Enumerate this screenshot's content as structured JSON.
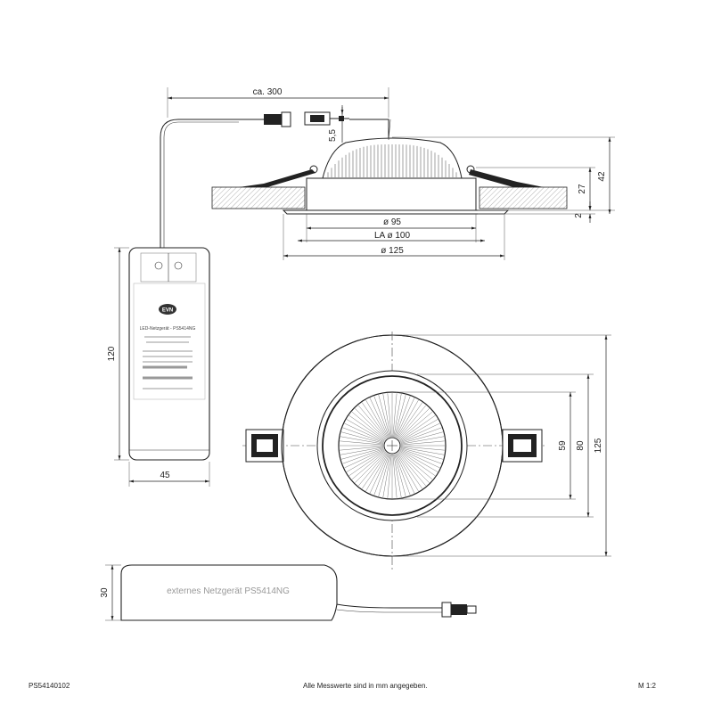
{
  "dimensions": {
    "cable_length": "ca. 300",
    "gap": "5,5",
    "height_total": "42",
    "height_recess": "27",
    "flange": "2",
    "d95": "ø 95",
    "la100": "LA ø 100",
    "d125": "ø 125",
    "psu_length": "120",
    "psu_width": "45",
    "front_59": "59",
    "front_80": "80",
    "front_125": "125",
    "psu_height": "30"
  },
  "psu_label": {
    "title": "LED-Netzgerät",
    "model": "PS5414NG",
    "brand": "EVN",
    "side_text": "externes Netzgerät  PS5414NG"
  },
  "footer": {
    "code": "PS54140102",
    "note": "Alle Messwerte sind in mm angegeben.",
    "scale": "M 1:2"
  }
}
